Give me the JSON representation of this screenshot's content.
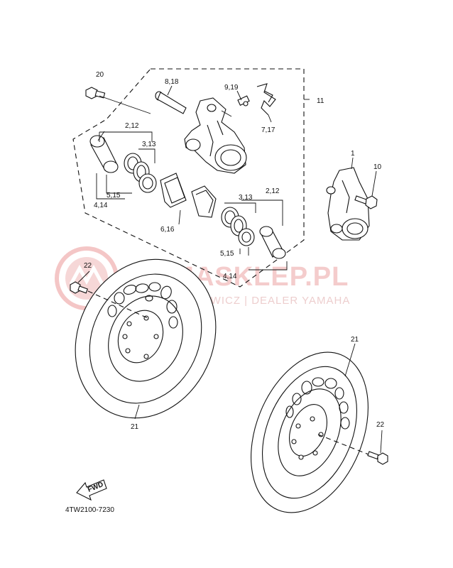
{
  "diagram": {
    "part_code": "4TW2100-7230",
    "fwd_label": "FWD",
    "labels": {
      "l20": "20",
      "l8_18": "8,18",
      "l9_19": "9,19",
      "l7_17": "7,17",
      "l11": "11",
      "l2_12_a": "2,12",
      "l3_13_a": "3,13",
      "l5_15_a": "5,15",
      "l4_14_a": "4,14",
      "l6_16": "6,16",
      "l3_13_b": "3,13",
      "l2_12_b": "2,12",
      "l5_15_b": "5,15",
      "l4_14_b": "4,14",
      "l1": "1",
      "l10": "10",
      "l22_a": "22",
      "l21_a": "21",
      "l21_b": "21",
      "l22_b": "22"
    }
  },
  "watermark": {
    "brand": "YAMASKLEP.PL",
    "tagline": "WOJCIECHOWICZ | DEALER YAMAHA",
    "color": "#e63946"
  }
}
